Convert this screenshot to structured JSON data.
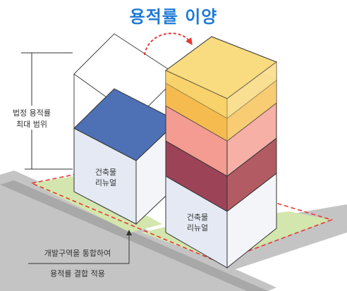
{
  "title": "용적률 이양",
  "dimension_label": {
    "line1": "법정 용적률",
    "line2": "최대 범위"
  },
  "left_building": {
    "line1": "건축물",
    "line2": "리뉴얼"
  },
  "right_building": {
    "line1": "건축물",
    "line2": "리뉴얼"
  },
  "callout": {
    "line1": "개발구역을 통합하여",
    "line2": "용적률 결합 적용"
  },
  "colors": {
    "title": "#1f7ad6",
    "roof_blue": "#4a6fb3",
    "block_face": "#e3e8f3",
    "yellow_block": "#f7d873",
    "orange_block": "#f5a23a",
    "pink_block": "#f39a92",
    "maroon_block": "#9b3f55",
    "ground": "#b9b9b9",
    "lawn": "#cfe3a6",
    "boundary": "#e53935"
  },
  "icons": {
    "transfer_arrow": "curved-arrow-icon"
  }
}
